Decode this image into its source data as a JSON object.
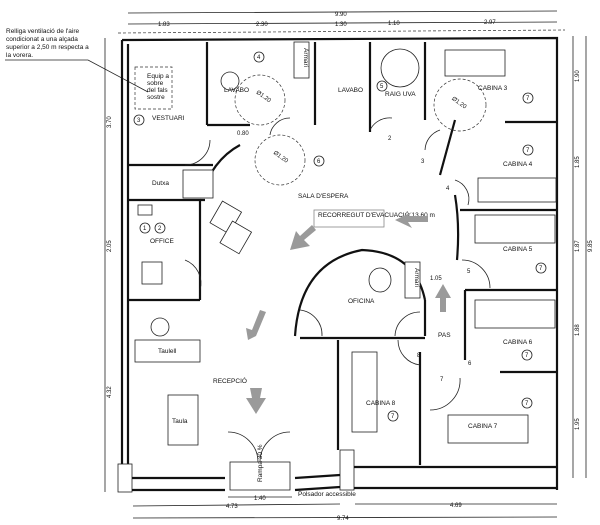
{
  "annotation": {
    "lines": [
      "Relliga ventilació de l'aire",
      "condicionat a una alçada",
      "superior a 2,50 m respecta a",
      "la vorera."
    ],
    "equip_lines": [
      "Equip a",
      "sobre",
      "del fals",
      "sostre"
    ]
  },
  "rooms": {
    "vestuari": "VESTUARI",
    "dutxa": "Dutxa",
    "lavabo_left": "LAVABO",
    "lavabo_right": "LAVABO",
    "raig_uva": "RAIG UVA",
    "cabina3": "CABINA 3",
    "cabina4": "CABINA 4",
    "cabina5": "CABINA 5",
    "cabina6": "CABINA 6",
    "cabina7": "CABINA 7",
    "cabina8": "CABINA 8",
    "office": "OFFICE",
    "sala_espera": "SALA D'ESPERA",
    "oficina": "OFICINA",
    "pas": "PAS",
    "recepcio": "RECEPCIÓ",
    "taulell": "Taulell",
    "taula": "Taula",
    "armari": "Armari",
    "rampa": "Rampa 30 %",
    "polsador": "Polsador accessible"
  },
  "evacuation": "RECORREGUT D'EVACUACIÓ 13,60 m",
  "diameters": [
    "Ø1.20",
    "Ø1.20",
    "Ø1.20"
  ],
  "door_numbers": [
    "2",
    "3",
    "4",
    "5",
    "6",
    "7",
    "8"
  ],
  "callouts": [
    "1",
    "2",
    "3",
    "4",
    "5",
    "6",
    "7"
  ],
  "dimensions": {
    "top_total": "9.90",
    "top": [
      "1.83",
      "2.30",
      "1.30",
      "1.10",
      "2.97"
    ],
    "right_total": "9.85",
    "right": [
      "1.90",
      "1.85",
      "1.87",
      "1.88",
      "1.95"
    ],
    "left": [
      "3.70",
      "2.05",
      "4.32"
    ],
    "bottom": [
      "1.40",
      "4.73",
      "4.69"
    ],
    "bottom_total": "9.74",
    "inner_080": "0.80",
    "pas_width": "1.05"
  },
  "colors": {
    "lines": "#111111",
    "arrows": "#9a9a9a"
  }
}
